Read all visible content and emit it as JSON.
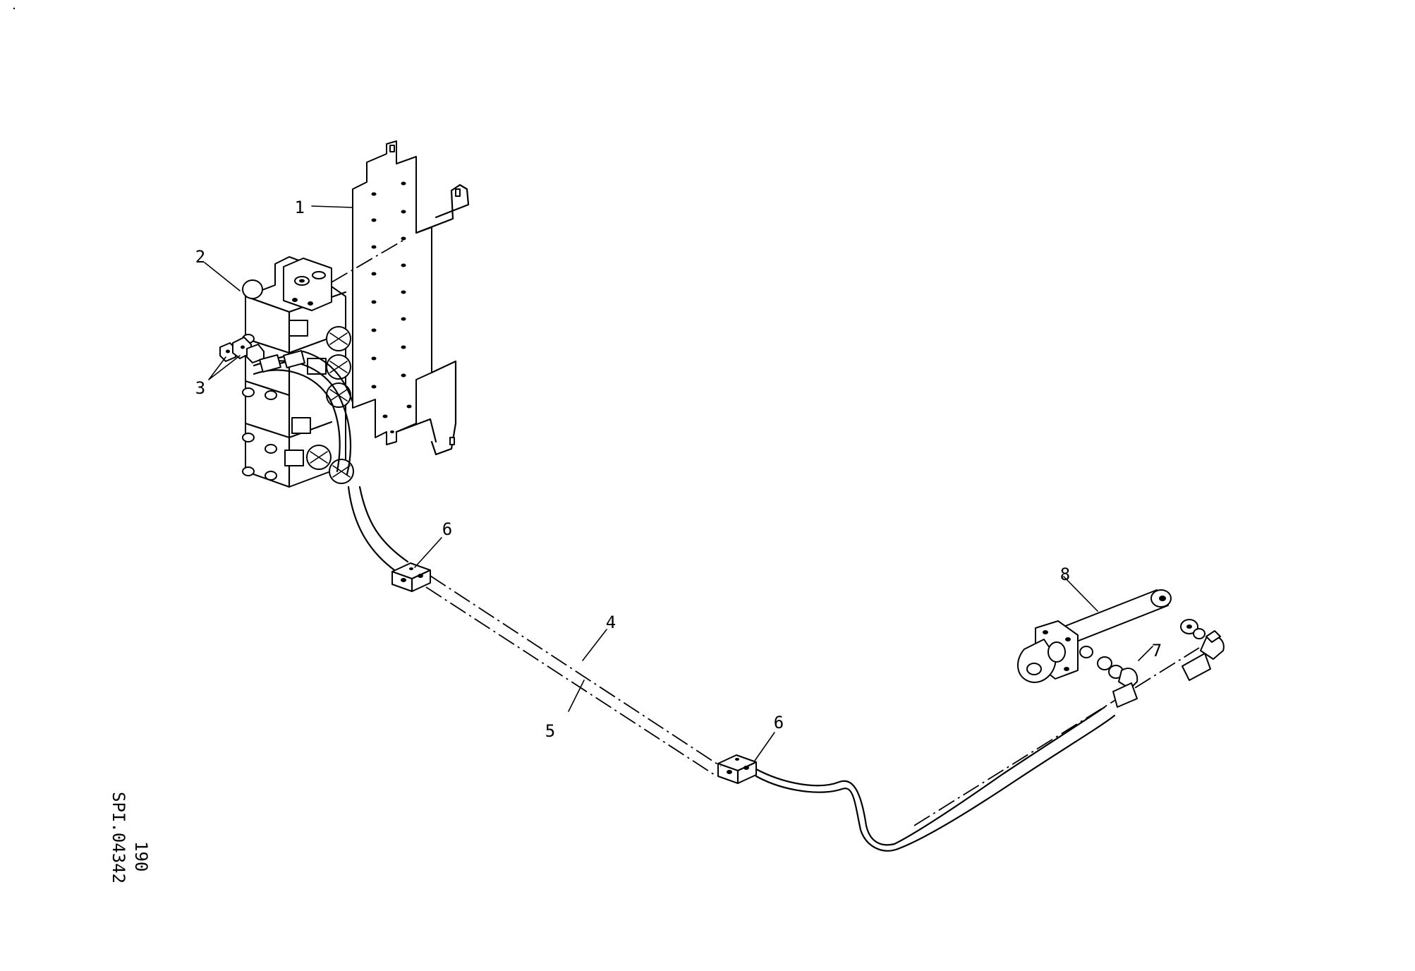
{
  "callouts": {
    "c1": "1",
    "c2": "2",
    "c3": "3",
    "c4": "4",
    "c5": "5",
    "c6a": "6",
    "c6b": "6",
    "c7": "7",
    "c8": "8"
  },
  "drawing_code": {
    "number": "190",
    "reference": "SPI.04342"
  }
}
